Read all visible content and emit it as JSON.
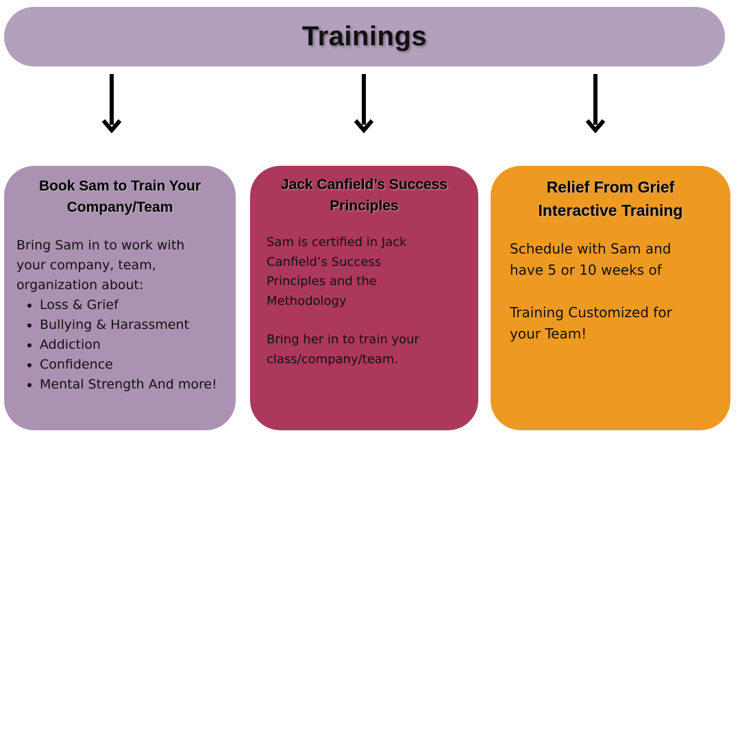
{
  "header": {
    "title": "Trainings",
    "color": "#b3a0bd"
  },
  "arrows": {
    "color": "#000000"
  },
  "cards": [
    {
      "title_line1": "Book Sam to Train Your",
      "title_line2": "Company/Team",
      "color": "#ac92b2",
      "intro_line1": "Bring Sam in to work with",
      "intro_line2": "your company, team,",
      "intro_line3": "organization about:",
      "bullets": [
        "Loss & Grief",
        "Bullying & Harassment",
        "Addiction",
        "Confidence",
        "Mental Strength And more!"
      ]
    },
    {
      "title_line1": "Jack Canfield’s Success",
      "title_line2": "Principles",
      "color": "#ac385c",
      "para1_line1": "Sam is certified in Jack",
      "para1_line2": "Canfield’s Success",
      "para1_line3": "Principles and the",
      "para1_line4": "Methodology",
      "para2_line1": "Bring her in to train your",
      "para2_line2": "class/company/team."
    },
    {
      "title_line1": "Relief From Grief",
      "title_line2": "Interactive Training",
      "color": "#ee9a22",
      "para1_line1": "Schedule with Sam and",
      "para1_line2": "have 5 or 10 weeks of",
      "para2_line1": "Training Customized for",
      "para2_line2": "your Team!"
    }
  ]
}
